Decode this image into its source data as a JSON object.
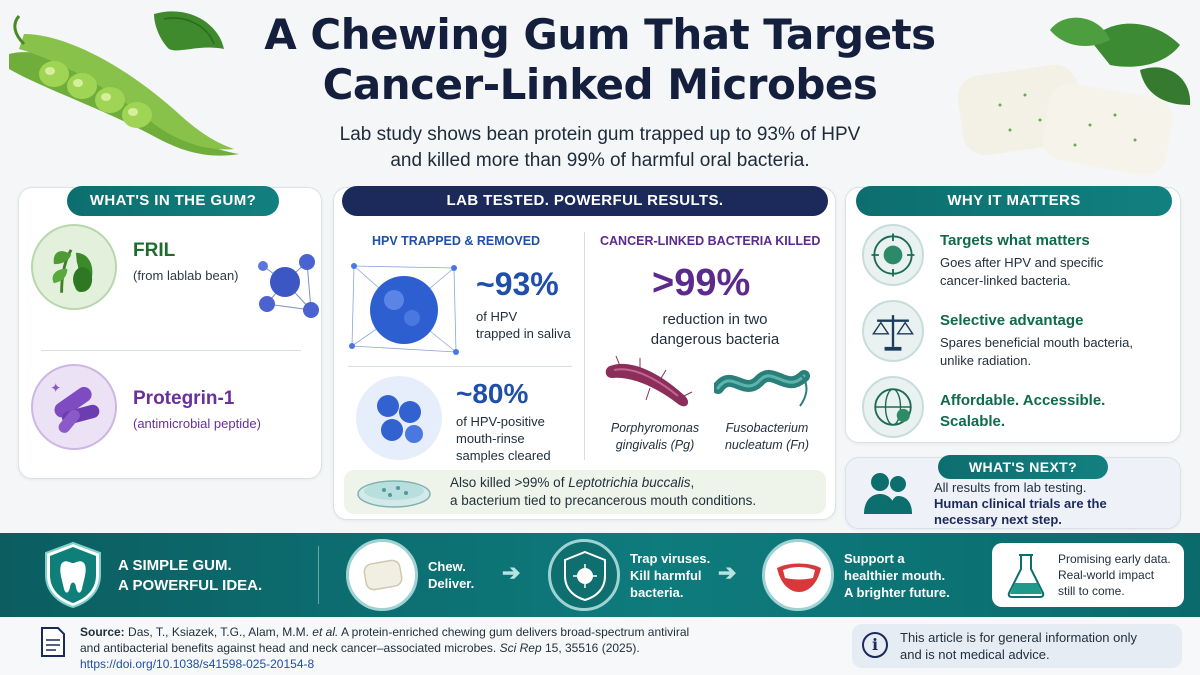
{
  "header": {
    "title_line1": "A Chewing Gum That Targets",
    "title_line2": "Cancer-Linked Microbes",
    "subtitle_line1": "Lab study shows bean protein gum trapped up to 93% of HPV",
    "subtitle_line2": "and killed more than 99% of harmful oral bacteria."
  },
  "ingredients": {
    "heading": "WHAT'S IN THE GUM?",
    "items": [
      {
        "name": "FRIL",
        "sub": "(from lablab bean)",
        "color": "#1e6b2e"
      },
      {
        "name": "Protegrin-1",
        "sub": "(antimicrobial peptide)",
        "color": "#6a2f9a"
      }
    ]
  },
  "results": {
    "heading": "LAB TESTED. POWERFUL RESULTS.",
    "hpv": {
      "heading": "HPV TRAPPED & REMOVED",
      "stat1": "~93%",
      "stat1_l1": "of HPV",
      "stat1_l2": "trapped in saliva",
      "stat2": "~80%",
      "stat2_l1": "of HPV-positive",
      "stat2_l2": "mouth-rinse",
      "stat2_l3": "samples cleared"
    },
    "bacteria": {
      "heading": "CANCER-LINKED BACTERIA KILLED",
      "stat": ">99%",
      "stat_l1": "reduction in two",
      "stat_l2": "dangerous bacteria",
      "b1_l1": "Porphyromonas",
      "b1_l2": "gingivalis (Pg)",
      "b2_l1": "Fusobacterium",
      "b2_l2": "nucleatum (Fn)"
    },
    "also_l1_pre": "Also killed >99% of ",
    "also_l1_italic": "Leptotrichia buccalis",
    "also_l1_post": ",",
    "also_l2": "a bacterium tied to precancerous mouth conditions."
  },
  "why": {
    "heading": "WHY IT MATTERS",
    "items": [
      {
        "title": "Targets what matters",
        "body_l1": "Goes after HPV and specific",
        "body_l2": "cancer-linked bacteria."
      },
      {
        "title": "Selective advantage",
        "body_l1": "Spares beneficial mouth bacteria,",
        "body_l2": "unlike radiation."
      },
      {
        "title_l1": "Affordable. Accessible.",
        "title_l2": "Scalable."
      }
    ]
  },
  "next": {
    "heading": "WHAT'S NEXT?",
    "l1": "All results from lab testing.",
    "l2": "Human clinical trials are the",
    "l3": "necessary next step."
  },
  "band": {
    "tag_l1": "A SIMPLE GUM.",
    "tag_l2": "A POWERFUL IDEA.",
    "step1_l1": "Chew.",
    "step1_l2": "Deliver.",
    "step2_l1": "Trap viruses.",
    "step2_l2": "Kill harmful",
    "step2_l3": "bacteria.",
    "step3_l1": "Support a",
    "step3_l2": "healthier mouth.",
    "step3_l3": "A brighter future.",
    "promise_l1": "Promising early data.",
    "promise_l2": "Real-world impact",
    "promise_l3": "still to come."
  },
  "footer": {
    "source_label": "Source:",
    "source_l1": " Das, T., Ksiazek, T.G., Alam, M.M. ",
    "source_etal": "et al.",
    "source_l1b": " A protein-enriched chewing gum delivers broad-spectrum antiviral",
    "source_l2a": "and antibacterial benefits against head and neck cancer–associated microbes. ",
    "source_journal": "Sci Rep",
    "source_l2b": " 15, 35516 (2025).",
    "doi": "https://doi.org/10.1038/s41598-025-20154-8",
    "disclaimer_l1": "This article is for general information only",
    "disclaimer_l2": "and is not medical advice."
  },
  "colors": {
    "teal": "#0d6e6e",
    "navy": "#1b2a5b",
    "blue_stat": "#1f4fa8",
    "purple_stat": "#5b2a8c",
    "green_title": "#0f6b4a"
  }
}
